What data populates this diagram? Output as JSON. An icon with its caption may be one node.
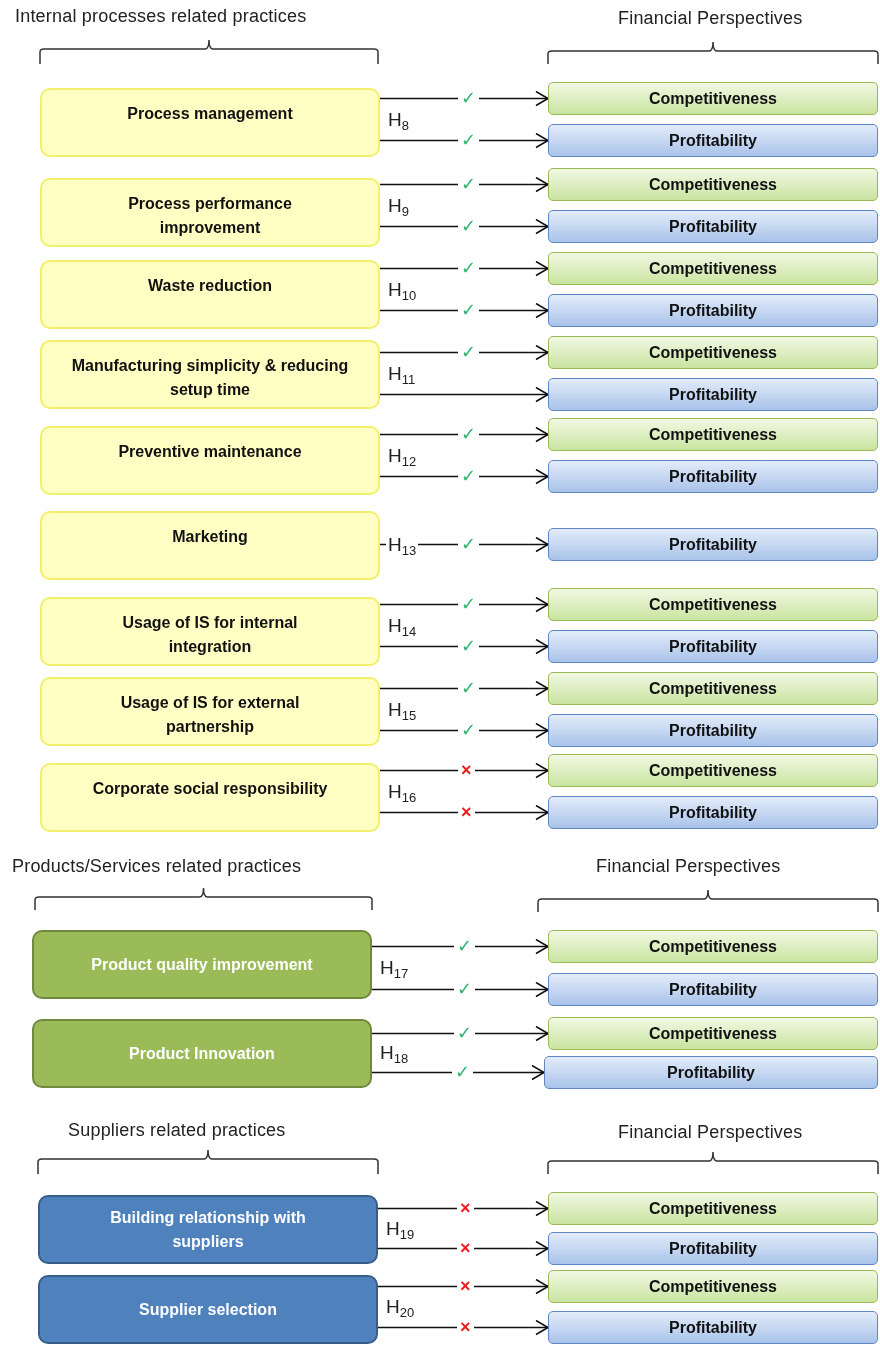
{
  "diagram": {
    "nodes": [
      {
        "text": [
          "Process management"
        ],
        "beside": [
          "H$_{8}$"
        ]
      },
      {
        "text": [
          "Competitiveness"
        ]
      },
      {
        "text": [
          "Profitability"
        ]
      },
      {
        "text": [
          "Process performance improvement"
        ],
        "beside": [
          "H$_{9}$"
        ]
      },
      {
        "text": [
          "Competitiveness"
        ]
      },
      {
        "text": [
          "Profitability"
        ]
      },
      {
        "text": [
          "Waste reduction"
        ],
        "beside": [
          "H$_{10}$"
        ]
      },
      {
        "text": [
          "Competitiveness"
        ]
      },
      {
        "text": [
          "Profitability"
        ]
      },
      {
        "text": [
          "Manufacturing simplicity & reducing setup time"
        ],
        "beside": [
          "H$_{11}$"
        ]
      },
      {
        "text": [
          "Competitiveness"
        ]
      },
      {
        "text": [
          "Profitability"
        ]
      },
      {
        "text": [
          "Preventive maintenance"
        ],
        "beside": [
          "H$_{12}$"
        ]
      },
      {
        "text": [
          "Competitiveness"
        ]
      },
      {
        "text": [
          "Profitability"
        ]
      },
      {
        "text": [
          "Marketing"
        ],
        "beside": [
          "H$_{13}$"
        ]
      },
      {
        "text": [
          "Profitability"
        ]
      },
      {
        "text": [
          "Usage of IS for internal integration"
        ],
        "beside": [
          "H$_{14}$"
        ]
      },
      {
        "text": [
          "Competitiveness"
        ]
      },
      {
        "text": [
          "Profitability"
        ]
      },
      {
        "text": [
          "Usage of IS for external partnership"
        ],
        "beside": [
          "H$_{15}$"
        ]
      },
      {
        "text": [
          "Competitiveness"
        ]
      },
      {
        "text": [
          "Profitability"
        ]
      },
      {
        "text": [
          "Corporate social responsibility"
        ],
        "beside": [
          "H$_{16}$"
        ]
      },
      {
        "text": [
          "Competitiveness"
        ]
      },
      {
        "text": [
          "Profitability"
        ]
      },
      {
        "text": [
          "Product quality improvement"
        ],
        "beside": [
          "H$_{17}$"
        ]
      },
      {
        "text": [
          "Competitiveness"
        ]
      },
      {
        "text": [
          "Profitability"
        ]
      },
      {
        "text": [
          "Product Innovation"
        ],
        "beside": [
          "H$_{18}$"
        ]
      },
      {
        "text": [
          "Competitiveness"
        ]
      },
      {
        "text": [
          "Profitability"
        ]
      },
      {
        "text": [
          "Building relationship with suppliers"
        ],
        "beside": [
          "H$_{19}$"
        ]
      },
      {
        "text": [
          "Competitiveness"
        ]
      },
      {
        "text": [
          "Profitability"
        ]
      },
      {
        "text": [
          "Supplier selection"
        ],
        "beside": [
          "H$_{20}$"
        ]
      },
      {
        "text": [
          "Competitiveness"
        ]
      },
      {
        "text": [
          "Profitability"
        ]
      }
    ],
    "edges": [
      {
        "from": 0,
        "to": 1,
        "arrow": "to",
        "label": "✓"
      },
      {
        "from": 0,
        "to": 2,
        "arrow": "to",
        "label": "✓"
      },
      {
        "from": 3,
        "to": 4,
        "arrow": "to",
        "label": "✓"
      },
      {
        "from": 3,
        "to": 5,
        "arrow": "to",
        "label": "✓"
      },
      {
        "from": 6,
        "to": 7,
        "arrow": "to",
        "label": "✓"
      },
      {
        "from": 6,
        "to": 8,
        "arrow": "to",
        "label": "✓"
      },
      {
        "from": 9,
        "to": 10,
        "arrow": "to",
        "label": "✓"
      },
      {
        "from": 9,
        "to": 11,
        "arrow": "to"
      },
      {
        "from": 12,
        "to": 13,
        "arrow": "to",
        "label": "✓"
      },
      {
        "from": 12,
        "to": 14,
        "arrow": "to",
        "label": "✓"
      },
      {
        "from": 15,
        "to": 16,
        "arrow": "to",
        "label": "✓"
      },
      {
        "from": 17,
        "to": 18,
        "arrow": "to",
        "label": "✓"
      },
      {
        "from": 17,
        "to": 19,
        "arrow": "to",
        "label": "✓"
      },
      {
        "from": 20,
        "to": 21,
        "arrow": "to",
        "label": "✓"
      },
      {
        "from": 20,
        "to": 22,
        "arrow": "to",
        "label": "✓"
      },
      {
        "from": 23,
        "to": 24,
        "arrow": "to",
        "label": "×"
      },
      {
        "from": 23,
        "to": 25,
        "arrow": "to",
        "label": "×"
      },
      {
        "from": 26,
        "to": 27,
        "arrow": "to",
        "label": "✓"
      },
      {
        "from": 26,
        "to": 28,
        "arrow": "to",
        "label": "✓"
      },
      {
        "from": 29,
        "to": 30,
        "arrow": "to",
        "label": "✓"
      },
      {
        "from": 29,
        "to": 31,
        "arrow": "to",
        "label": "✓"
      },
      {
        "from": 32,
        "to": 33,
        "arrow": "to",
        "label": "×"
      },
      {
        "from": 32,
        "to": 34,
        "arrow": "to",
        "label": "×"
      },
      {
        "from": 35,
        "to": 36,
        "arrow": "to",
        "label": "×"
      },
      {
        "from": 35,
        "to": 37,
        "arrow": "to",
        "label": "×"
      }
    ],
    "labels": [
      "Internal processes related practices",
      "Financial Perspectives",
      "Products/Services related practices",
      "Financial Perspectives",
      "Suppliers related practices",
      "Financial Perspectives"
    ]
  }
}
